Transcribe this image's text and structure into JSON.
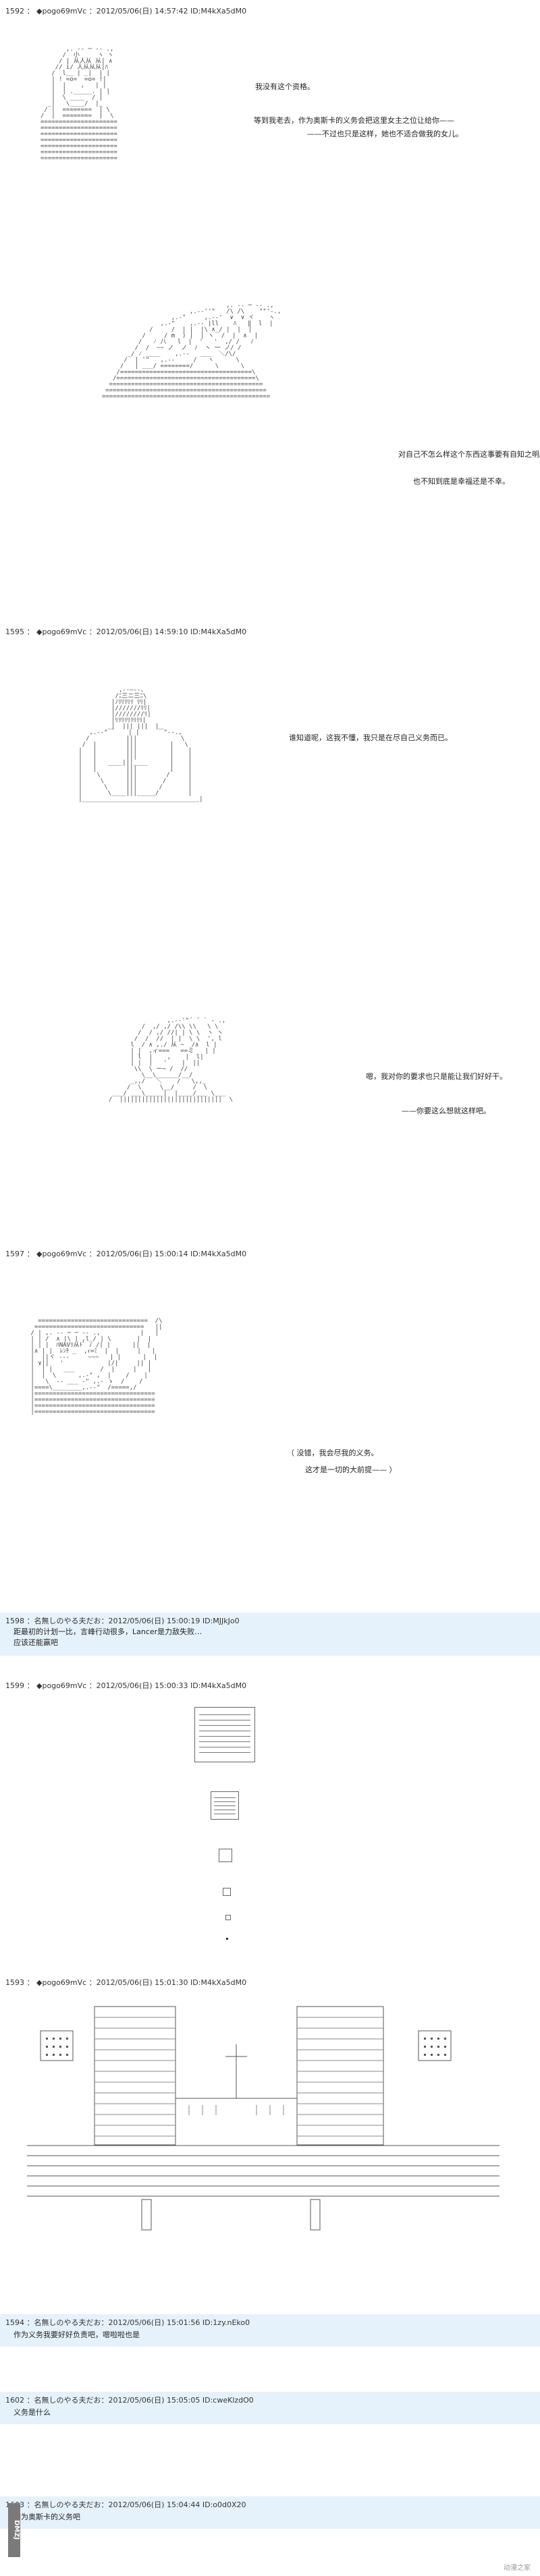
{
  "posts": [
    {
      "header": {
        "num": "1592",
        "sep": "：",
        "name": "◆pogo69mVc",
        "date": "：2012/05/06(日) 14:57:42 ID:M4kXa5dM0"
      },
      "lines": [
        "我没有这个资格。",
        "等到我老去，作为奥斯卡的义务会把这里女主之位让给你——",
        "——不过也只是这样，她也不适合做我的女儿。"
      ]
    },
    {
      "header": null,
      "lines": [
        "对自己不怎么样这个东西这事要有自知之明。",
        "也不知到底是幸福还是不幸。"
      ]
    },
    {
      "header": {
        "num": "1595",
        "sep": "：",
        "name": "◆pogo69mVc",
        "date": "：2012/05/06(日) 14:59:10 ID:M4kXa5dM0"
      },
      "lines": [
        "谁知道呢，这我不懂，我只是在尽自己义务而已。"
      ]
    },
    {
      "header": null,
      "lines": [
        "嗯，我对你的要求也只是能让我们好好干。",
        "——你要这么想就这样吧。"
      ]
    },
    {
      "header": {
        "num": "1597",
        "sep": "：",
        "name": "◆pogo69mVc",
        "date": "：2012/05/06(日) 15:00:14 ID:M4kXa5dM0"
      },
      "lines": [
        "（ 没错，我会尽我的义务。",
        "这才是一切的大前提—— ）"
      ]
    }
  ],
  "reply1": {
    "header": "1598 ：名無しのやる夫だお：2012/05/06(日) 15:00:19 ID:MJJkJo0",
    "lines": [
      "距最初的计划一比，言峰行动很多，Lancer是力敌失败…",
      "应该还能赢吧"
    ]
  },
  "post6": {
    "header": {
      "num": "1599",
      "sep": "：",
      "name": "◆pogo69mVc",
      "date": "：2012/05/06(日) 15:00:33 ID:M4kXa5dM0"
    }
  },
  "post7": {
    "header": {
      "num": "1593",
      "sep": "：",
      "name": "◆pogo69mVc",
      "date": "：2012/05/06(日) 15:01:30 ID:M4kXa5dM0"
    }
  },
  "reply2": {
    "header": "1594 ：名無しのやる夫だお：2012/05/06(日) 15:01:56 ID:1zy.nEko0",
    "lines": [
      "作为义务我要好好负责吧，嗯啦啦也是"
    ]
  },
  "reply3": {
    "header": "1602 ：名無しのやる夫だお：2012/05/06(日) 15:05:05 ID:cweKlzdO0",
    "lines": [
      "义务是什么"
    ]
  },
  "reply4": {
    "header": "1603 ：名無しのやる夫だお：2012/05/06(日) 15:04:44 ID:o0d0X20",
    "lines": [
      "作为奥斯卡的义务吧"
    ]
  },
  "watermark": "DMZJ",
  "brand": "动漫之家"
}
